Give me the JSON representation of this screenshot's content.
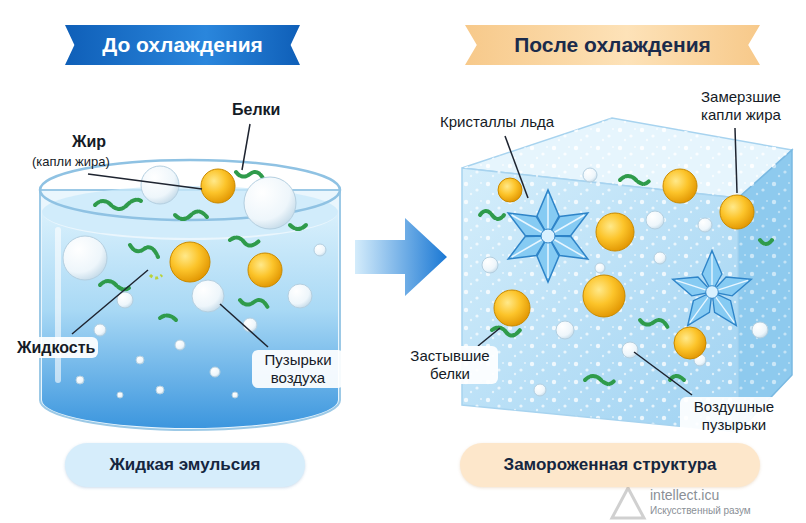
{
  "diagram": {
    "nodes": [
      {
        "text": [
          "До охлаждения"
        ]
      },
      {
        "text": [
          "После охлаждения"
        ]
      },
      {
        "text": [
          "Жидкая эмульсия"
        ]
      },
      {
        "text": [
          "Замороженная структура"
        ]
      }
    ],
    "labels": [
      "Жир",
      "(капли жира)",
      "Белки",
      "Жидкость",
      "Пузырьки воздуха",
      "Кристаллы льда",
      "Замерзшие капли жира",
      "Застывшие белки",
      "Воздушные пузырьки",
      "intellect.icu",
      "Искусственный разум"
    ]
  }
}
